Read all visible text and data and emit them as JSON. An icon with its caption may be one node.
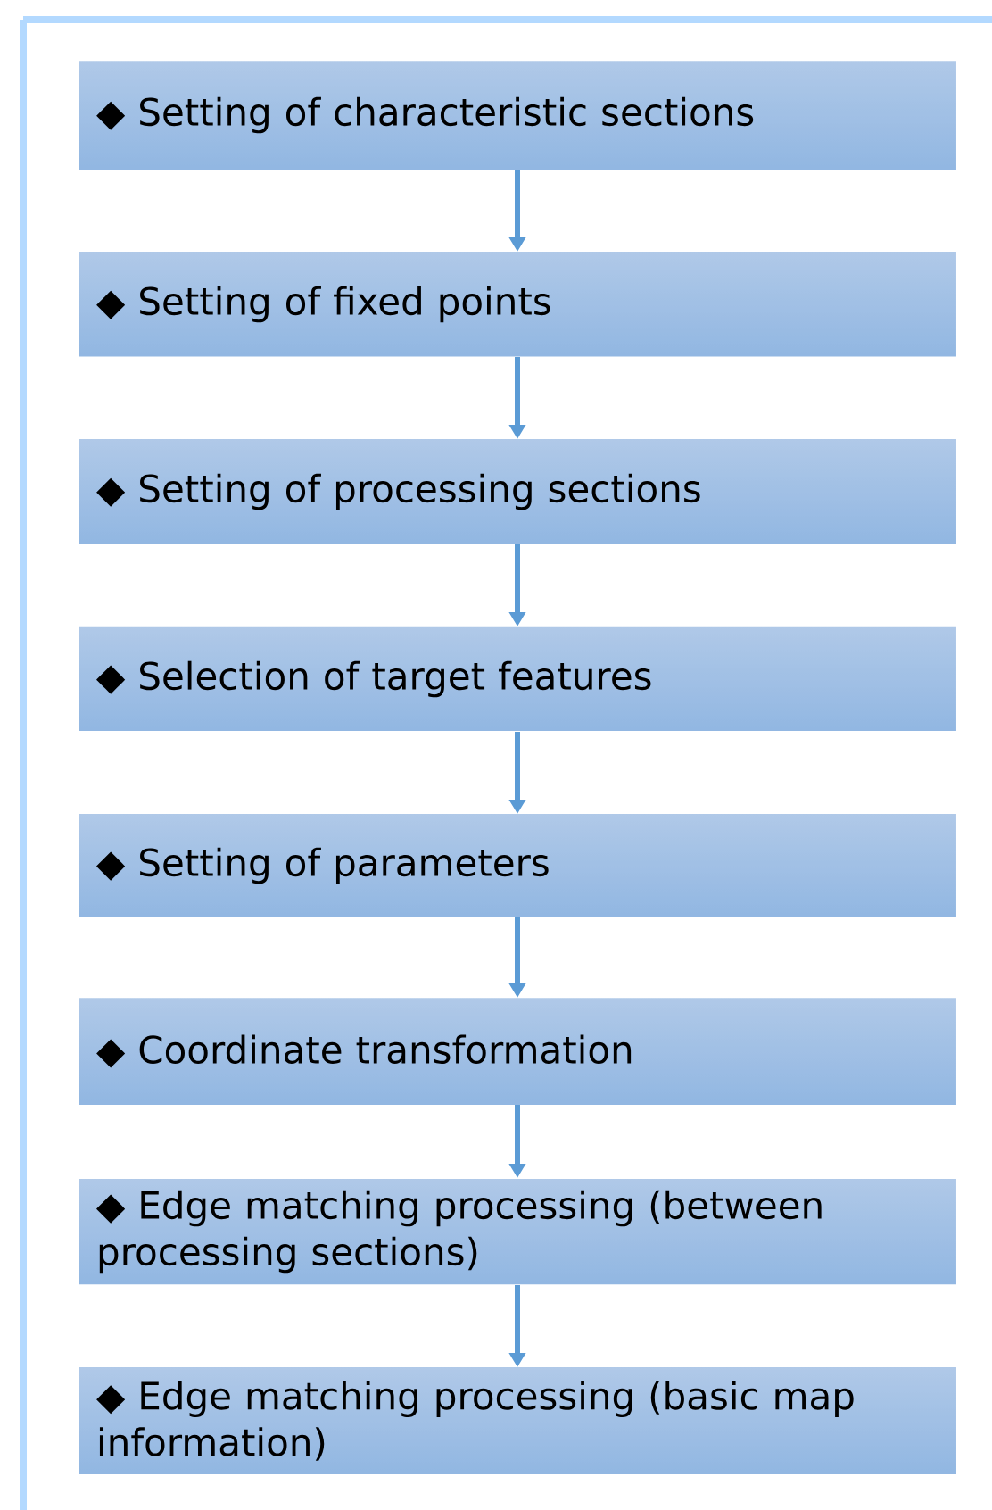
{
  "diagram": {
    "nodes": [
      {
        "text": [
          "◆ Setting of characteristic sections"
        ]
      },
      {
        "text": [
          "◆ Setting of fixed points"
        ]
      },
      {
        "text": [
          "◆ Setting of processing sections"
        ]
      },
      {
        "text": [
          "◆ Selection of target features"
        ]
      },
      {
        "text": [
          "◆ Setting of parameters"
        ]
      },
      {
        "text": [
          "◆ Coordinate transformation"
        ]
      },
      {
        "text": [
          "◆ Edge matching processing (between processing sections)"
        ]
      },
      {
        "text": [
          "◆ Edge matching processing (basic map information)"
        ]
      }
    ],
    "edges": [
      {
        "from": 0,
        "to": 1,
        "arrow": "to"
      },
      {
        "from": 1,
        "to": 2,
        "arrow": "to"
      },
      {
        "from": 2,
        "to": 3,
        "arrow": "to"
      },
      {
        "from": 3,
        "to": 4,
        "arrow": "to"
      },
      {
        "from": 4,
        "to": 5,
        "arrow": "to"
      },
      {
        "from": 5,
        "to": 6,
        "arrow": "to"
      },
      {
        "from": 6,
        "to": 7,
        "arrow": "to"
      }
    ]
  }
}
